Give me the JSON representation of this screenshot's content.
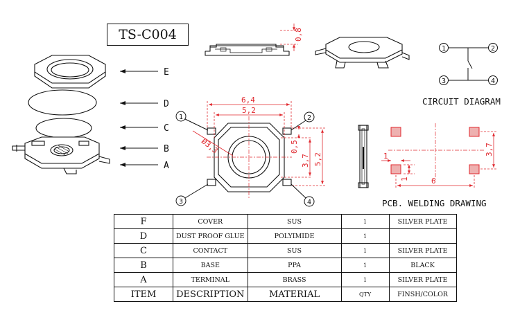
{
  "part_number": "TS-C004",
  "exploded_labels": [
    "E",
    "D",
    "C",
    "B",
    "A"
  ],
  "dimensions": {
    "height": "0,8",
    "overall_width": "6,4",
    "inner_width": "5,2",
    "inner_height": "3,7",
    "overall_height": "5,2",
    "actuator_dia": "Ø3,3",
    "stem": "0,5",
    "pad_width": "1",
    "pad_height": "1",
    "pad_pitch_x": "6",
    "pad_pitch_y": "3,7"
  },
  "pins": [
    "1",
    "2",
    "3",
    "4"
  ],
  "circuit_title": "CIRCUIT DIAGRAM",
  "pcb_title": "PCB. WELDING DRAWING",
  "bom": {
    "rows": [
      {
        "item": "F",
        "description": "COVER",
        "material": "SUS",
        "qty": "1",
        "finish": "SILVER PLATE"
      },
      {
        "item": "D",
        "description": "DUST PROOF GLUE",
        "material": "POLYIMIDE",
        "qty": "1",
        "finish": ""
      },
      {
        "item": "C",
        "description": "CONTACT",
        "material": "SUS",
        "qty": "1",
        "finish": "SILVER PLATE"
      },
      {
        "item": "B",
        "description": "BASE",
        "material": "PPA",
        "qty": "1",
        "finish": "BLACK"
      },
      {
        "item": "A",
        "description": "TERMINAL",
        "material": "BRASS",
        "qty": "1",
        "finish": "SILVER PLATE"
      }
    ],
    "header": {
      "item": "ITEM",
      "description": "DESCRIPTION",
      "material": "MATERIAL",
      "qty": "QTY",
      "finish": "FINSH/COLOR"
    }
  },
  "colors": {
    "line": "#111111",
    "dimension": "#e0282e",
    "pad_fill": "#d9534f"
  }
}
